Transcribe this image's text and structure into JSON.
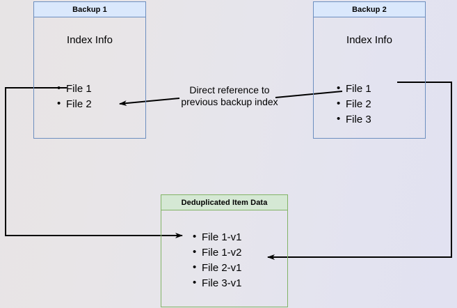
{
  "diagram": {
    "title_hidden": "",
    "colors": {
      "blue_border": "#6c8ebf",
      "blue_header_fill": "#dae8fc",
      "green_border": "#82b366",
      "green_header_fill": "#d5e8d4",
      "edge_stroke": "#000000",
      "background_left": "#e7e4e5",
      "background_right": "#e2e2f1"
    },
    "nodes": [
      {
        "id": "backup1",
        "header": "Backup 1",
        "body_label": "Index Info",
        "items": [
          "File 1",
          "File 2"
        ],
        "style": "blue"
      },
      {
        "id": "backup2",
        "header": "Backup 2",
        "body_label": "Index Info",
        "items": [
          "File 1",
          "File 2",
          "File 3"
        ],
        "style": "blue"
      },
      {
        "id": "dedup",
        "header": "Deduplicated Item Data",
        "body_label": "",
        "items": [
          "File 1-v1",
          "File 1-v2",
          "File 2-v1",
          "File 3-v1"
        ],
        "style": "green"
      }
    ],
    "annotations": [
      {
        "id": "direct-reference-note",
        "line1": "Direct reference to",
        "line2": "previous backup index"
      }
    ]
  }
}
